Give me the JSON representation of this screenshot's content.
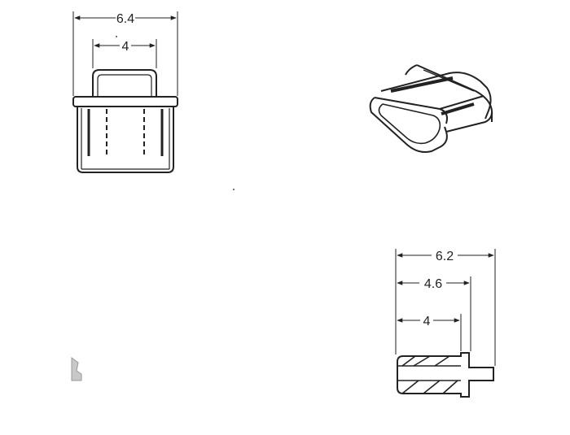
{
  "front_view": {
    "dim_overall": "6.4",
    "dim_inner": "4"
  },
  "side_view": {
    "dim_overall": "6.2",
    "dim_middle": "4.6",
    "dim_inner": "4"
  },
  "colors": {
    "line": "#222222",
    "background": "#ffffff"
  }
}
